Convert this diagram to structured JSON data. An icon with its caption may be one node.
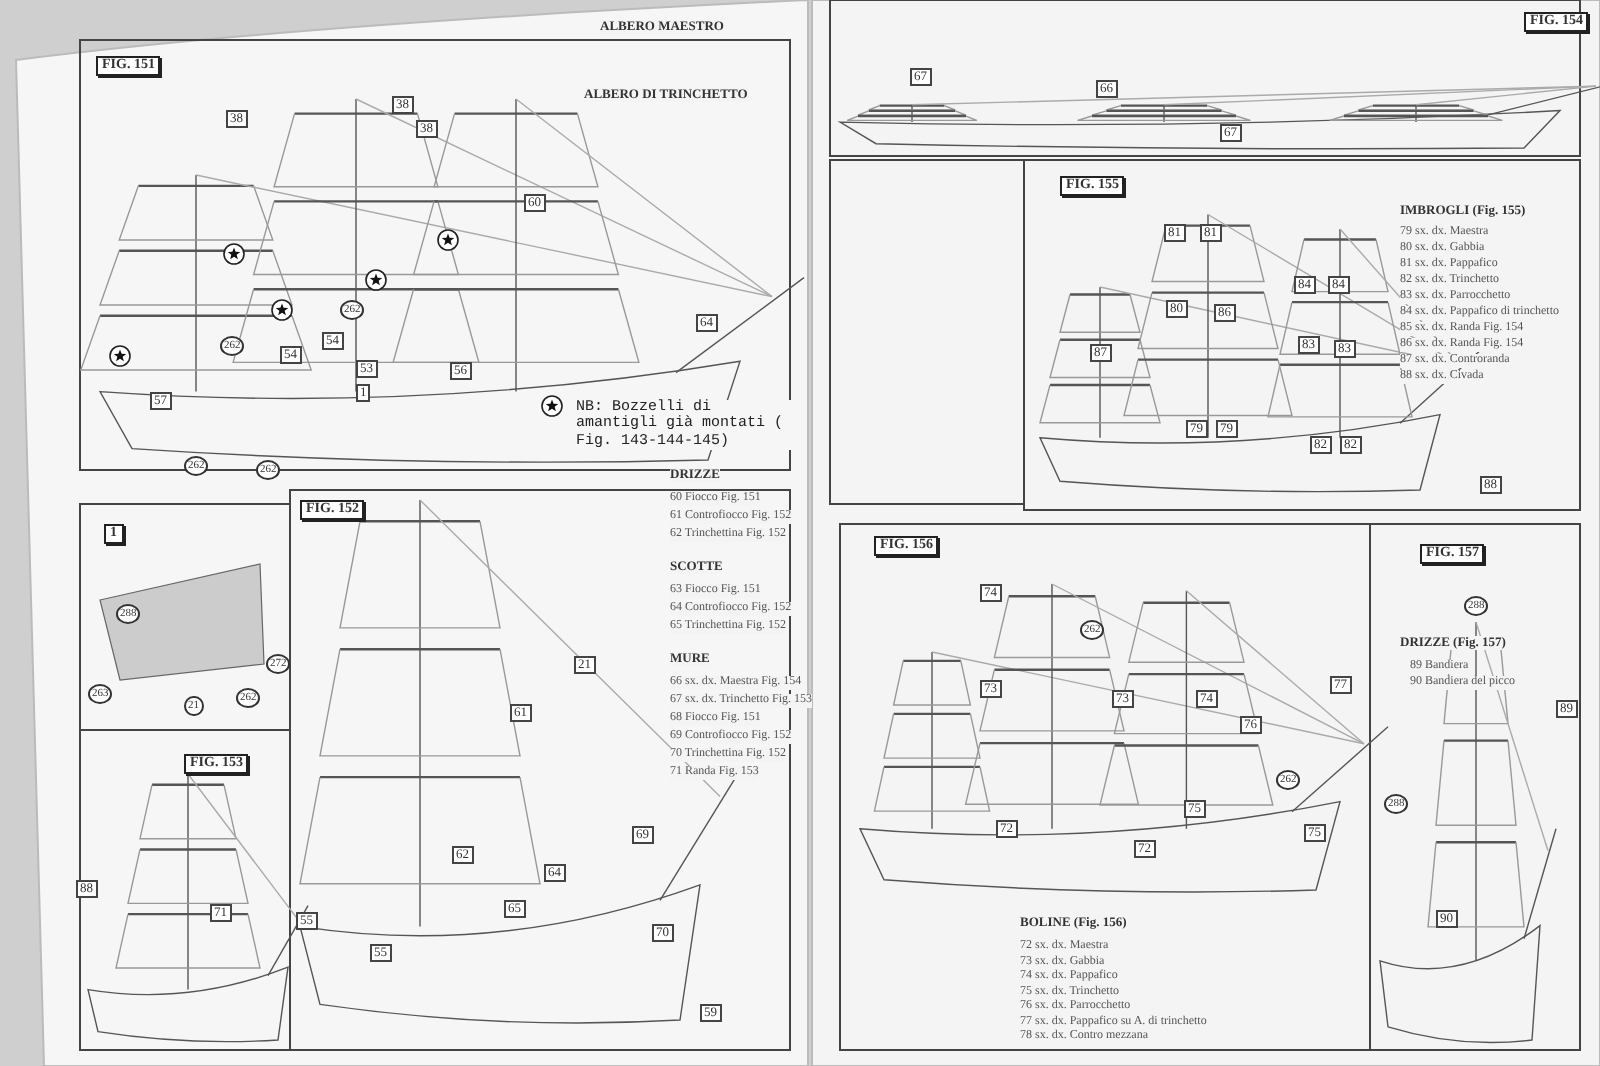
{
  "diagram": {
    "labels": [
      "FIG. 151",
      "ALBERO MAESTRO",
      "ALBERO DI TRINCHETTO",
      "38",
      "38",
      "38",
      "262",
      "262",
      "54",
      "54",
      "53",
      "1",
      "57",
      "262",
      "262",
      "56",
      "60",
      "64",
      "NB: Bozzelli di amantigli già montati ( Fig. 143-144-145)",
      "1",
      "FIG. 152",
      "DRIZZE",
      "60 Fiocco Fig. 151",
      "61 Controfiocco Fig. 152",
      "62 Trinchettina Fig. 152",
      "SCOTTE",
      "63 Fiocco Fig. 151",
      "64 Controfiocco Fig. 152",
      "65 Trinchettina Fig. 152",
      "MURE",
      "66 sx. dx. Maestra Fig. 154",
      "67 sx. dx. Trinchetto Fig. 153",
      "68 Fiocco Fig. 151",
      "69 Controfiocco Fig. 152",
      "70 Trinchettina Fig. 152",
      "71 Randa Fig. 153",
      "288",
      "263",
      "21",
      "272",
      "262",
      "FIG. 153",
      "88",
      "71",
      "21",
      "61",
      "62",
      "64",
      "65",
      "69",
      "70",
      "55",
      "55",
      "59",
      "FIG. 154",
      "67",
      "66",
      "67",
      "FIG. 155",
      "IMBROGLI (Fig. 155)",
      "79 sx. dx. Maestra",
      "80 sx. dx. Gabbia",
      "81 sx. dx. Pappafico",
      "82 sx. dx. Trinchetto",
      "83 sx. dx. Parrocchetto",
      "84 sx. dx. Pappafico di trinchetto",
      "85 sx. dx. Randa Fig. 154",
      "86 sx. dx. Randa Fig. 154",
      "87 sx. dx. Controranda",
      "88 sx. dx. Civada",
      "81",
      "81",
      "84",
      "84",
      "80",
      "86",
      "87",
      "83",
      "83",
      "79",
      "79",
      "82",
      "82",
      "88",
      "FIG. 156",
      "74",
      "262",
      "73",
      "74",
      "76",
      "77",
      "73",
      "75",
      "72",
      "262",
      "75",
      "72",
      "BOLINE (Fig. 156)",
      "72 sx. dx. Maestra",
      "73 sx. dx. Gabbia",
      "74 sx. dx. Pappafico",
      "75 sx. dx. Trinchetto",
      "76 sx. dx. Parrocchetto",
      "77 sx. dx. Pappafico su A. di trinchetto",
      "78 sx. dx. Contro mezzana",
      "FIG. 157",
      "DRIZZE (Fig. 157)",
      "89 Bandiera",
      "90 Bandiera del picco",
      "288",
      "288",
      "89",
      "90"
    ]
  }
}
